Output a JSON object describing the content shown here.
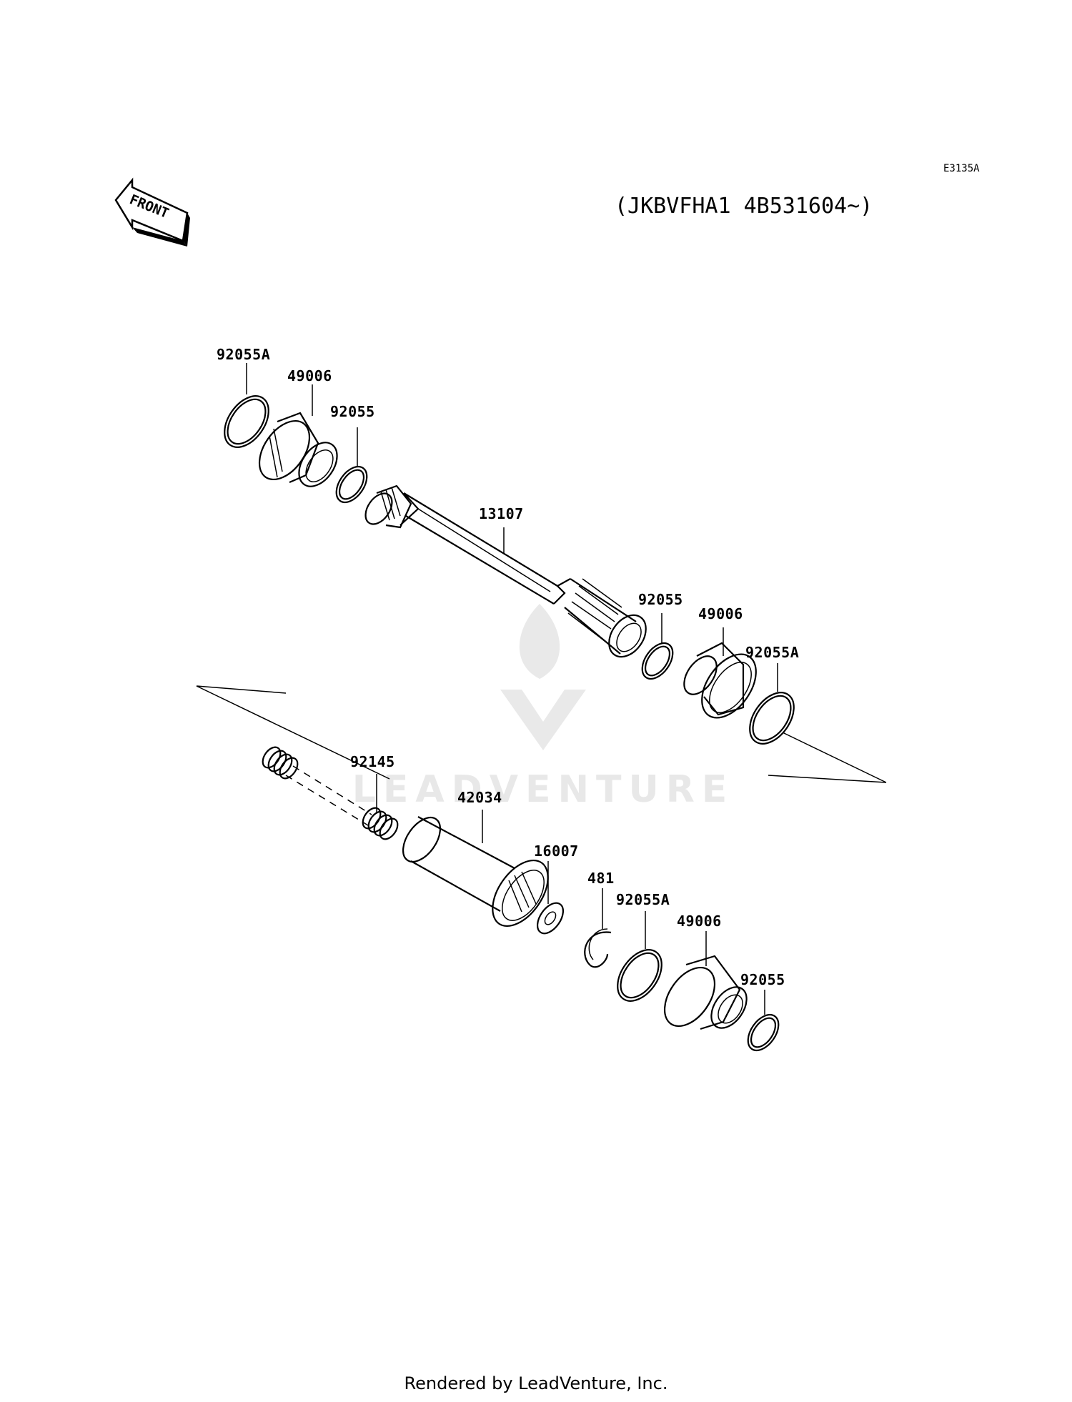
{
  "diagram_code": "E3135A",
  "serial_range": "(JKBVFHA1  4B531604~)",
  "front_label": "FRONT",
  "watermark": "LEADVENTURE",
  "footer": "Rendered by LeadVenture, Inc.",
  "callouts": {
    "c1": "92055A",
    "c2": "49006",
    "c3": "92055",
    "c4": "13107",
    "c5": "92055",
    "c6": "49006",
    "c7": "92055A",
    "c8": "92145",
    "c9": "42034",
    "c10": "16007",
    "c11": "481",
    "c12": "92055A",
    "c13": "49006",
    "c14": "92055"
  }
}
